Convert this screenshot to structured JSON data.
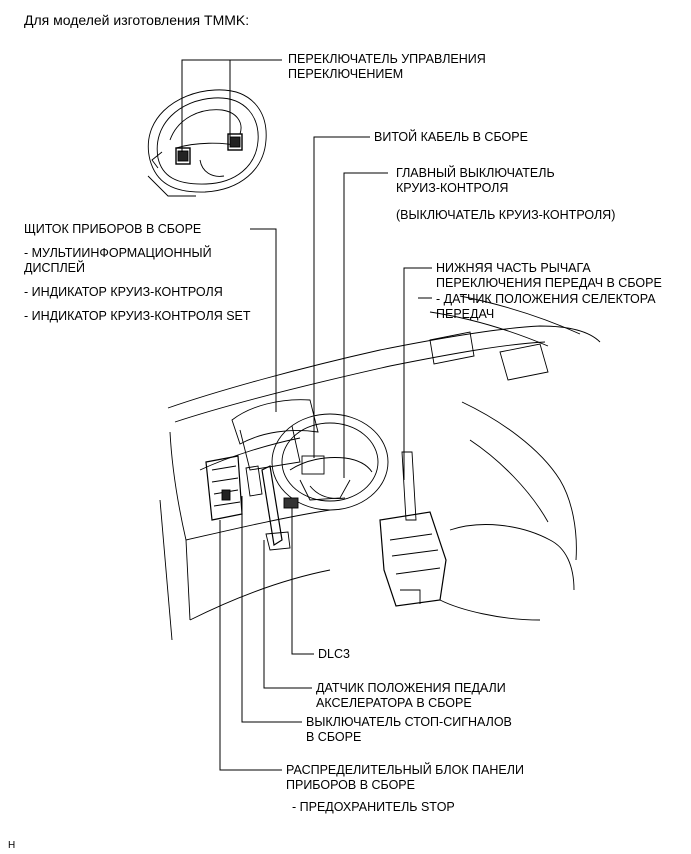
{
  "title": "Для моделей изготовления TMMK:",
  "labels": {
    "steering_switch": [
      "ПЕРЕКЛЮЧАТЕЛЬ УПРАВЛЕНИЯ",
      "ПЕРЕКЛЮЧЕНИЕМ"
    ],
    "spiral_cable": "ВИТОЙ КАБЕЛЬ В СБОРЕ",
    "cruise_main_switch": [
      "ГЛАВНЫЙ ВЫКЛЮЧАТЕЛЬ",
      "КРУИЗ-КОНТРОЛЯ"
    ],
    "cruise_main_switch_note": "(ВЫКЛЮЧАТЕЛЬ КРУИЗ-КОНТРОЛЯ)",
    "combination_meter": "ЩИТОК ПРИБОРОВ В СБОРЕ",
    "combination_meter_items": [
      [
        "- МУЛЬТИИНФОРМАЦИОННЫЙ",
        "ДИСПЛЕЙ"
      ],
      [
        "- ИНДИКАТОР КРУИЗ-КОНТРОЛЯ"
      ],
      [
        "- ИНДИКАТОР КРУИЗ-КОНТРОЛЯ SET"
      ]
    ],
    "shift_lever": [
      "НИЖНЯЯ ЧАСТЬ РЫЧАГА",
      "ПЕРЕКЛЮЧЕНИЯ ПЕРЕДАЧ В СБОРЕ"
    ],
    "shift_sensor": [
      "- ДАТЧИК ПОЛОЖЕНИЯ СЕЛЕКТОРА",
      "ПЕРЕДАЧ"
    ],
    "dlc3": "DLC3",
    "accel_sensor": [
      "ДАТЧИК ПОЛОЖЕНИЯ ПЕДАЛИ",
      "АКСЕЛЕРАТОРА В СБОРЕ"
    ],
    "stop_switch": [
      "ВЫКЛЮЧАТЕЛЬ СТОП-СИГНАЛОВ",
      "В СБОРЕ"
    ],
    "junction_block": [
      "РАСПРЕДЕЛИТЕЛЬНЫЙ БЛОК ПАНЕЛИ",
      "ПРИБОРОВ В СБОРЕ"
    ],
    "junction_block_item": "- ПРЕДОХРАНИТЕЛЬ STOP"
  },
  "figure_code": "H"
}
